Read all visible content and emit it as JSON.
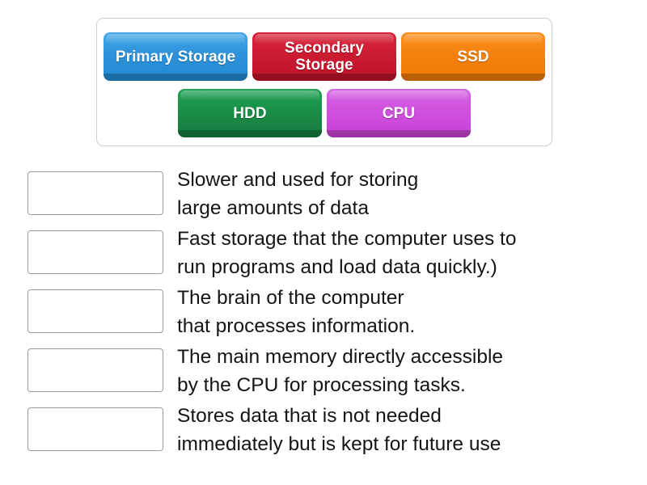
{
  "activity": {
    "type": "match-up",
    "tile_bank": {
      "rows": [
        [
          {
            "label": "Primary Storage",
            "color": "#2e93db",
            "name": "tile-primary-storage"
          },
          {
            "label": "Secondary Storage",
            "color": "#cc1c32",
            "name": "tile-secondary-storage"
          },
          {
            "label": "SSD",
            "color": "#f5820d",
            "name": "tile-ssd"
          }
        ],
        [
          {
            "label": "HDD",
            "color": "#1b8e48",
            "name": "tile-hdd"
          },
          {
            "label": "CPU",
            "color": "#cf51dd",
            "name": "tile-cpu"
          }
        ]
      ]
    },
    "questions": [
      {
        "text": "Slower and used for storing\nlarge amounts of data",
        "answer": ""
      },
      {
        "text": "Fast storage that the computer uses to\nrun programs and load data quickly.)",
        "answer": ""
      },
      {
        "text": "The brain of the computer\nthat processes information.",
        "answer": ""
      },
      {
        "text": "The main memory directly accessible\nby the CPU for processing tasks.",
        "answer": ""
      },
      {
        "text": "Stores data that is not needed\nimmediately but is kept for future use",
        "answer": ""
      }
    ]
  }
}
